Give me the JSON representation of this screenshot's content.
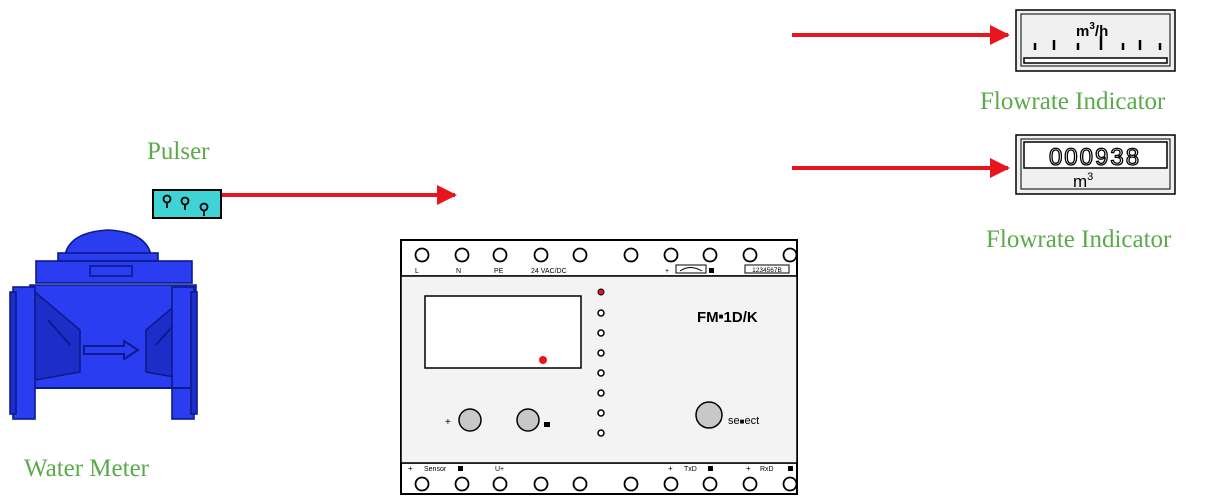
{
  "labels": {
    "pulser": "Pulser",
    "water_meter": "Water Meter",
    "flowrate_indicator_1": "Flowrate Indicator",
    "flowrate_indicator_2": "Flowrate Indicator"
  },
  "device": {
    "model": "FM",
    "model_suffix": "1D/K",
    "select_prefix": "se",
    "select_suffix": "ect",
    "top_terminals": [
      "L",
      "N",
      "PE",
      "24 VAC/DC"
    ],
    "top_plus": "+",
    "top_code": "1234567B",
    "bottom_terminals": {
      "sensor_plus": "+",
      "sensor": "Sensor",
      "u_plus": "U+",
      "txd_plus": "+",
      "txd": "TxD",
      "rxd_plus": "+",
      "rxd": "RxD"
    },
    "button_plus": "+"
  },
  "indicators": {
    "analog_unit_base": "m",
    "analog_unit_sup": "3",
    "analog_unit_tail": "/h",
    "digital_reading": "000938",
    "digital_unit_base": "m",
    "digital_unit_sup": "3"
  },
  "colors": {
    "caption": "#5aaa4a",
    "arrow": "#e8141e",
    "pulser": "#3fd3d6",
    "meter_body": "#2b3df0",
    "meter_dark": "#0c1a8c",
    "led": "#e8141e"
  }
}
